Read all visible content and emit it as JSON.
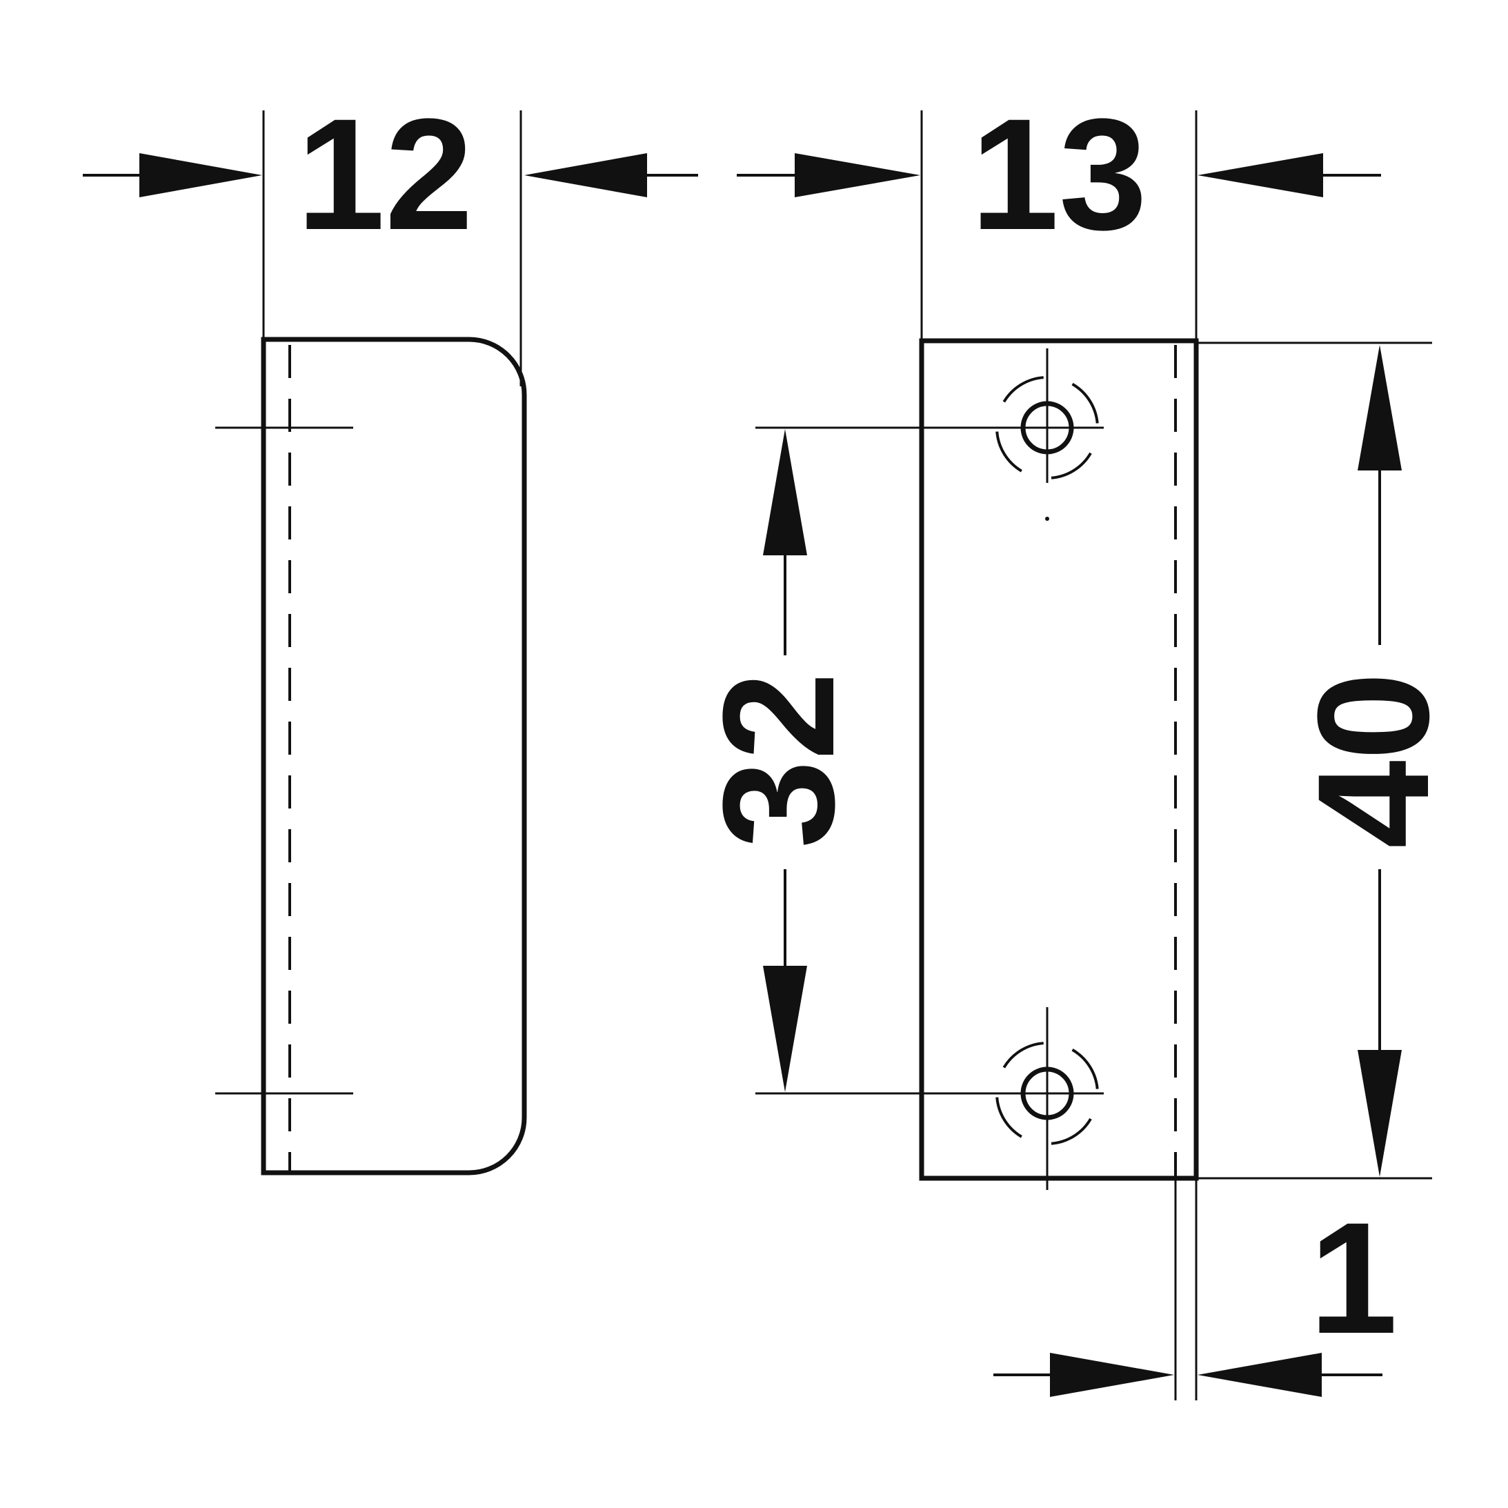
{
  "dimensions": {
    "width_left": "12",
    "width_right": "13",
    "hole_spacing": "32",
    "height": "40",
    "offset": "1"
  },
  "colors": {
    "line": "#111111",
    "background": "#ffffff"
  }
}
